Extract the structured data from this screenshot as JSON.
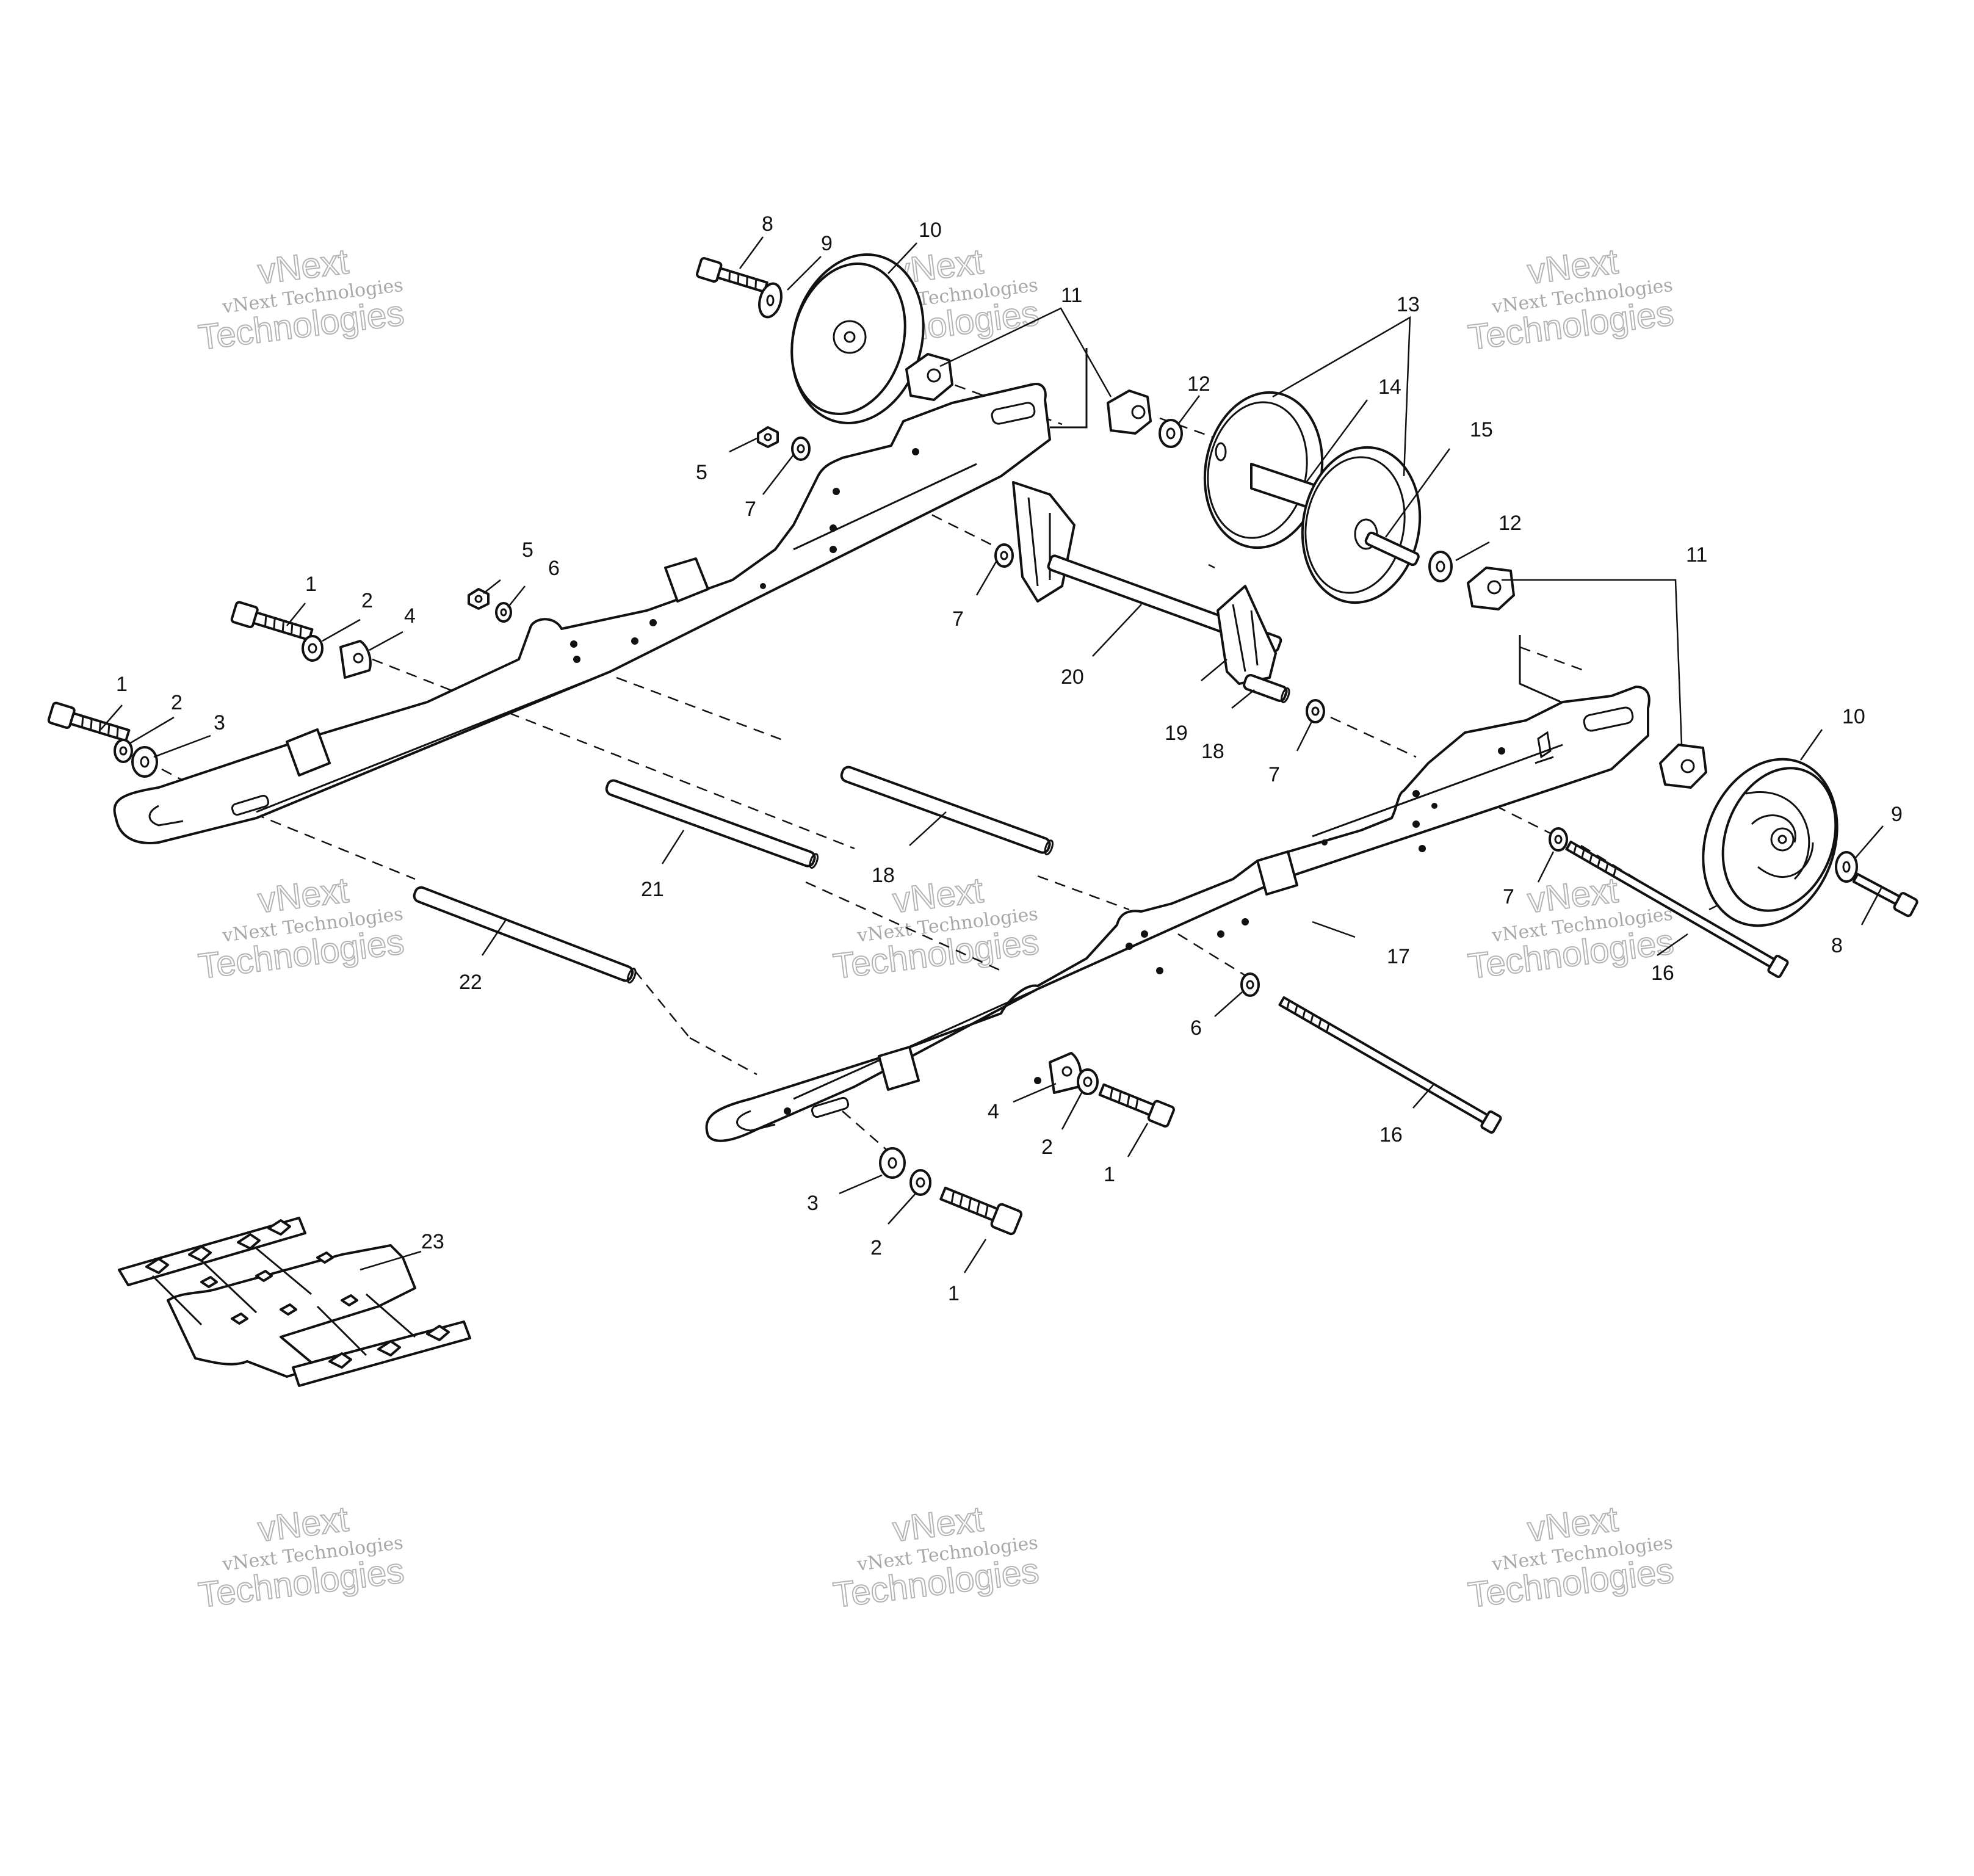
{
  "watermark": {
    "line_small": "vNext Technologies",
    "line_big_1": "vNext",
    "line_big_2": "Technologies",
    "color": "#9a9a9a"
  },
  "callouts": [
    {
      "id": "c8a",
      "label": "8"
    },
    {
      "id": "c9a",
      "label": "9"
    },
    {
      "id": "c10a",
      "label": "10"
    },
    {
      "id": "c11a",
      "label": "11"
    },
    {
      "id": "c12a",
      "label": "12"
    },
    {
      "id": "c13",
      "label": "13"
    },
    {
      "id": "c14",
      "label": "14"
    },
    {
      "id": "c15",
      "label": "15"
    },
    {
      "id": "c12b",
      "label": "12"
    },
    {
      "id": "c11b",
      "label": "11"
    },
    {
      "id": "c5a",
      "label": "5"
    },
    {
      "id": "c7a",
      "label": "7"
    },
    {
      "id": "c7b",
      "label": "7"
    },
    {
      "id": "c5b",
      "label": "5"
    },
    {
      "id": "c6a",
      "label": "6"
    },
    {
      "id": "c1a",
      "label": "1"
    },
    {
      "id": "c2a",
      "label": "2"
    },
    {
      "id": "c4a",
      "label": "4"
    },
    {
      "id": "c1b",
      "label": "1"
    },
    {
      "id": "c2b",
      "label": "2"
    },
    {
      "id": "c3a",
      "label": "3"
    },
    {
      "id": "c20",
      "label": "20"
    },
    {
      "id": "c19",
      "label": "19"
    },
    {
      "id": "c18a",
      "label": "18"
    },
    {
      "id": "c7c",
      "label": "7"
    },
    {
      "id": "c10b",
      "label": "10"
    },
    {
      "id": "c9b",
      "label": "9"
    },
    {
      "id": "c8b",
      "label": "8"
    },
    {
      "id": "c7d",
      "label": "7"
    },
    {
      "id": "c16a",
      "label": "16"
    },
    {
      "id": "c21",
      "label": "21"
    },
    {
      "id": "c18b",
      "label": "18"
    },
    {
      "id": "c17",
      "label": "17"
    },
    {
      "id": "c22",
      "label": "22"
    },
    {
      "id": "c6b",
      "label": "6"
    },
    {
      "id": "c16b",
      "label": "16"
    },
    {
      "id": "c4b",
      "label": "4"
    },
    {
      "id": "c2c",
      "label": "2"
    },
    {
      "id": "c1c",
      "label": "1"
    },
    {
      "id": "c3b",
      "label": "3"
    },
    {
      "id": "c2d",
      "label": "2"
    },
    {
      "id": "c1d",
      "label": "1"
    },
    {
      "id": "c23",
      "label": "23"
    }
  ]
}
